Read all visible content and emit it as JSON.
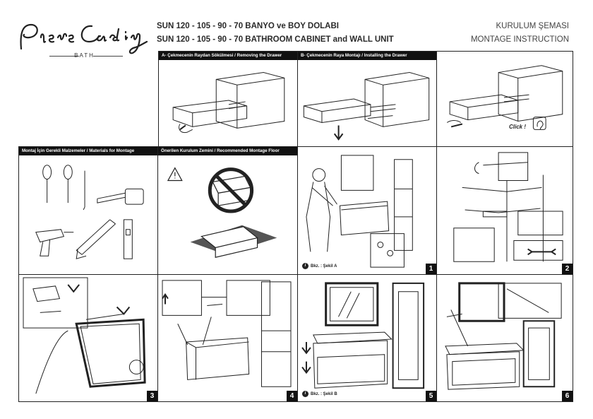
{
  "brand": {
    "name": "Pierre Cardin",
    "sub": "BATH"
  },
  "header": {
    "title_tr": "SUN 120 - 105 - 90 - 70 BANYO ve BOY DOLABI",
    "title_en": "SUN 120 - 105 - 90 - 70 BATHROOM CABINET and WALL UNIT",
    "right_tr": "KURULUM ŞEMASI",
    "right_en": "MONTAGE INSTRUCTION"
  },
  "panels": {
    "a": {
      "label": "A- Çekmecenin Raydan Sökülmesi / Removing the Drawer"
    },
    "b": {
      "label": "B- Çekmecenin Raya Montajı / Installing the Drawer",
      "click": "Click !"
    },
    "materials": {
      "label": "Montaj İçin Gerekli Malzemeler / Materials for Montage"
    },
    "floor": {
      "label": "Önerilen Kurulum Zemini / Recommended Montage Floor"
    },
    "step1": {
      "num": "1",
      "note": "Bkz. : Şekil A"
    },
    "step2": {
      "num": "2"
    },
    "step3": {
      "num": "3"
    },
    "step4": {
      "num": "4"
    },
    "step5": {
      "num": "5",
      "note": "Bkz. : Şekil B"
    },
    "step6": {
      "num": "6"
    }
  },
  "icons": [
    "info-icon",
    "warning-icon",
    "prohibited-icon",
    "arrow-icon",
    "ear-icon",
    "hand-icon"
  ]
}
